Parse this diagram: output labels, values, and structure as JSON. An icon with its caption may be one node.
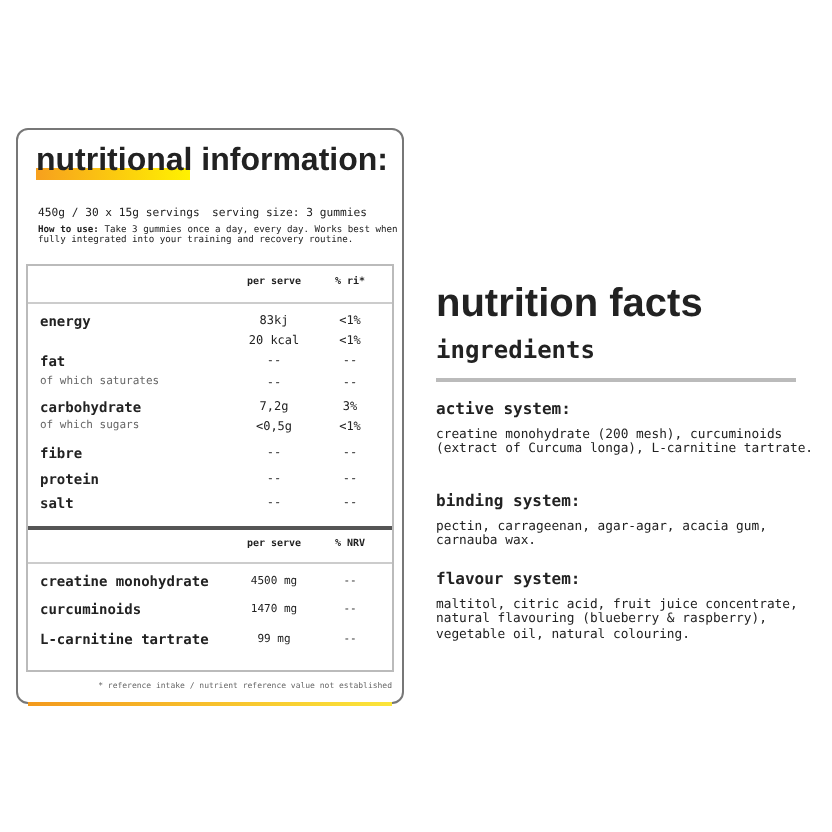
{
  "diagram": {
    "title": "nutrition facts",
    "labels": [
      "nutritional information:",
      "450g / 30 x 15g servings",
      "serving size: 3 gummies",
      "**How to use:** Take 3 gummies once a day, every day. Works best when fully integrated into your training and recovery routine.",
      "per serve",
      "% ri*",
      "energy",
      "83kj",
      "<1%",
      "20 kcal",
      "<1%",
      "fat",
      "--",
      "--",
      "of which saturates",
      "--",
      "--",
      "carbohydrate",
      "7,2g",
      "3%",
      "of which sugars",
      "<0,5g",
      "<1%",
      "fibre",
      "--",
      "--",
      "protein",
      "--",
      "--",
      "salt",
      "--",
      "--",
      "per serve",
      "% NRV",
      "creatine monohydrate",
      "4500 mg",
      "--",
      "curcuminoids",
      "1470 mg",
      "--",
      "L-carnitine tartrate",
      "99 mg",
      "--",
      "* reference intake / nutrient reference value not established",
      "ingredients",
      "active system:",
      "creatine monohydrate (200 mesh), curcuminoids (extract of Curcuma longa), L-carnitine tartrate.",
      "binding system:",
      "pectin, carrageenan, agar-agar, acacia gum, carnauba wax.",
      "flavour system:",
      "maltitol, citric acid, fruit juice concentrate, natural flavouring (blueberry & raspberry), vegetable oil, natural colouring."
    ]
  }
}
